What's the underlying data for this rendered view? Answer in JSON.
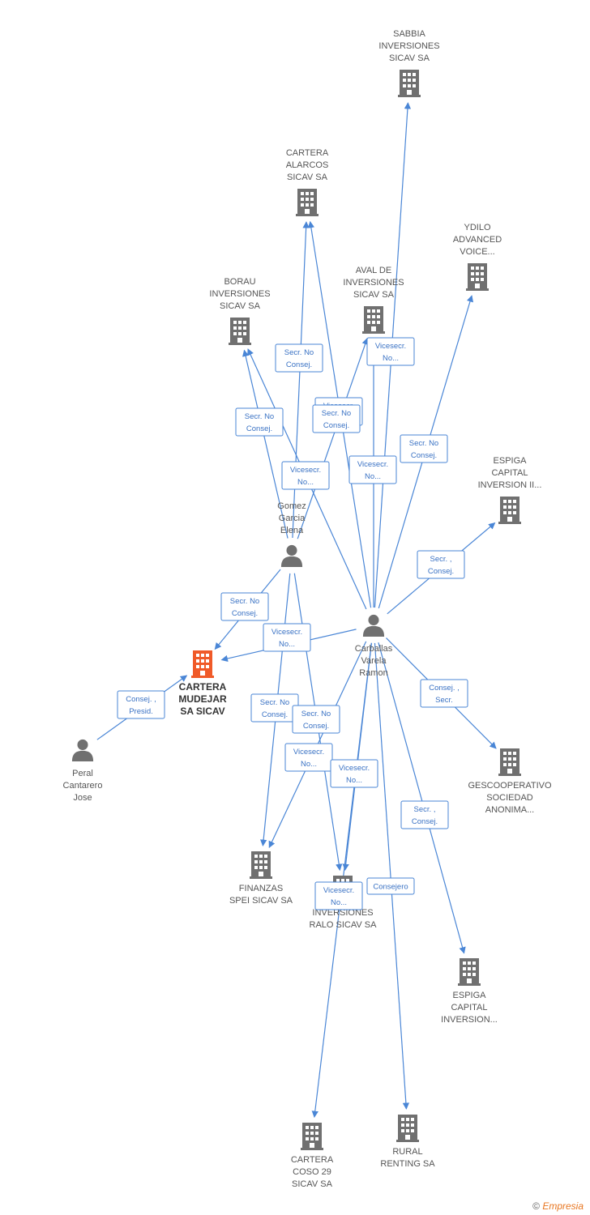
{
  "colors": {
    "edge": "#4a86d6",
    "edge_text": "#3a72c4",
    "node": "#707070",
    "focus": "#f05a28",
    "label": "#555555"
  },
  "nodes": [
    {
      "id": "sabbia",
      "type": "company",
      "lines": [
        "SABBIA",
        "INVERSIONES",
        "SICAV SA"
      ],
      "focus": false
    },
    {
      "id": "alarcos",
      "type": "company",
      "lines": [
        "CARTERA",
        "ALARCOS",
        "SICAV SA"
      ],
      "focus": false
    },
    {
      "id": "ydilo",
      "type": "company",
      "lines": [
        "YDILO",
        "ADVANCED",
        "VOICE..."
      ],
      "focus": false
    },
    {
      "id": "aval",
      "type": "company",
      "lines": [
        "AVAL DE",
        "INVERSIONES",
        "SICAV SA"
      ],
      "focus": false
    },
    {
      "id": "borau",
      "type": "company",
      "lines": [
        "BORAU",
        "INVERSIONES",
        "SICAV SA"
      ],
      "focus": false
    },
    {
      "id": "espiga1",
      "type": "company",
      "lines": [
        "ESPIGA",
        "CAPITAL",
        "INVERSION II..."
      ],
      "focus": false
    },
    {
      "id": "gomez",
      "type": "person",
      "lines": [
        "Gomez",
        "Garcia",
        "Elena"
      ],
      "focus": false
    },
    {
      "id": "carballas",
      "type": "person",
      "lines": [
        "Carballas",
        "Varela",
        "Ramon"
      ],
      "focus": false
    },
    {
      "id": "mudejar",
      "type": "company",
      "lines": [
        "CARTERA",
        "MUDEJAR",
        "SA SICAV"
      ],
      "focus": true
    },
    {
      "id": "peral",
      "type": "person",
      "lines": [
        "Peral",
        "Cantarero",
        "Jose"
      ],
      "focus": false
    },
    {
      "id": "gesco",
      "type": "company",
      "lines": [
        "GESCOOPERATIVO",
        "SOCIEDAD",
        "ANONIMA..."
      ],
      "focus": false
    },
    {
      "id": "finanzas",
      "type": "company",
      "lines": [
        "FINANZAS",
        "SPEI SICAV SA"
      ],
      "focus": false
    },
    {
      "id": "ralo",
      "type": "company",
      "lines": [
        "INVERSIONES",
        "RALO SICAV SA"
      ],
      "focus": false
    },
    {
      "id": "espiga2",
      "type": "company",
      "lines": [
        "ESPIGA",
        "CAPITAL",
        "INVERSION..."
      ],
      "focus": false
    },
    {
      "id": "coso",
      "type": "company",
      "lines": [
        "CARTERA",
        "COSO 29",
        "SICAV SA"
      ],
      "focus": false
    },
    {
      "id": "rural",
      "type": "company",
      "lines": [
        "RURAL",
        "RENTING SA"
      ],
      "focus": false
    }
  ],
  "edges": [
    {
      "from": "carballas",
      "to": "sabbia",
      "lines": [
        "Vicesecr.",
        "No..."
      ]
    },
    {
      "from": "carballas",
      "to": "alarcos",
      "lines": [
        "Vicesecr.",
        "No..."
      ]
    },
    {
      "from": "gomez",
      "to": "alarcos",
      "lines": [
        "Secr.  No",
        "Consej."
      ]
    },
    {
      "from": "carballas",
      "to": "ydilo",
      "lines": [
        "Secr.  No",
        "Consej."
      ]
    },
    {
      "from": "carballas",
      "to": "aval",
      "lines": [
        "Vicesecr.",
        "No..."
      ]
    },
    {
      "from": "gomez",
      "to": "aval",
      "lines": [
        "Secr.  No",
        "Consej."
      ]
    },
    {
      "from": "gomez",
      "to": "borau",
      "lines": [
        "Secr.  No",
        "Consej."
      ]
    },
    {
      "from": "carballas",
      "to": "borau",
      "lines": [
        "Vicesecr.",
        "No..."
      ]
    },
    {
      "from": "carballas",
      "to": "espiga1",
      "lines": [
        "Secr. ,",
        "Consej."
      ]
    },
    {
      "from": "gomez",
      "to": "mudejar",
      "lines": [
        "Secr.  No",
        "Consej."
      ]
    },
    {
      "from": "carballas",
      "to": "mudejar",
      "lines": [
        "Vicesecr.",
        "No..."
      ]
    },
    {
      "from": "peral",
      "to": "mudejar",
      "lines": [
        "Consej. ,",
        "Presid."
      ]
    },
    {
      "from": "carballas",
      "to": "gesco",
      "lines": [
        "Consej. ,",
        "Secr."
      ]
    },
    {
      "from": "gomez",
      "to": "finanzas",
      "lines": [
        "Secr.  No",
        "Consej."
      ]
    },
    {
      "from": "carballas",
      "to": "finanzas",
      "lines": [
        "Vicesecr.",
        "No..."
      ]
    },
    {
      "from": "gomez",
      "to": "ralo",
      "lines": [
        "Secr.  No",
        "Consej."
      ]
    },
    {
      "from": "carballas",
      "to": "ralo",
      "lines": [
        "Vicesecr.",
        "No..."
      ]
    },
    {
      "from": "carballas",
      "to": "espiga2",
      "lines": [
        "Secr. ,",
        "Consej."
      ]
    },
    {
      "from": "carballas",
      "to": "coso",
      "lines": [
        "Vicesecr.",
        "No..."
      ]
    },
    {
      "from": "carballas",
      "to": "rural",
      "lines": [
        "Consejero"
      ]
    }
  ],
  "footer": {
    "copyright": "©",
    "brand": "Empresia"
  }
}
